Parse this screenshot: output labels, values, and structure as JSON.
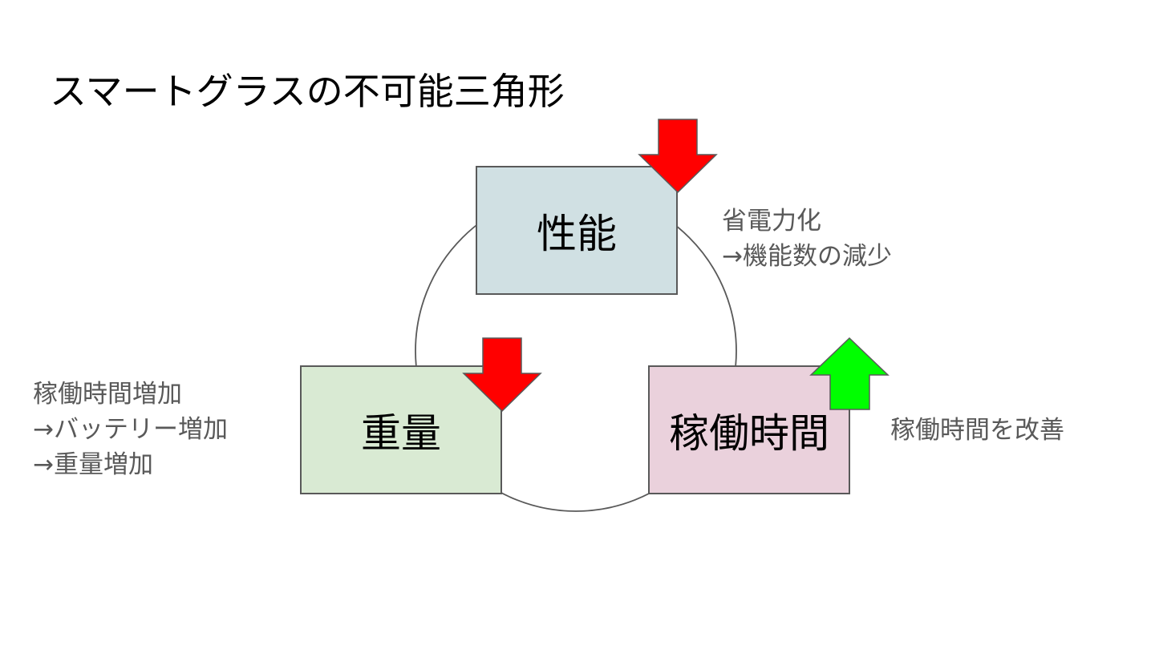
{
  "slide": {
    "title": "スマートグラスの不可能三角形"
  },
  "nodes": {
    "performance": {
      "label": "性能",
      "fill": "#d0e0e3"
    },
    "weight": {
      "label": "重量",
      "fill": "#d9ead3"
    },
    "runtime": {
      "label": "稼働時間",
      "fill": "#ead1dc"
    }
  },
  "arrows": {
    "performance": {
      "direction": "down",
      "color": "#ff0000"
    },
    "weight": {
      "direction": "down",
      "color": "#ff0000"
    },
    "runtime": {
      "direction": "up",
      "color": "#00ff00"
    }
  },
  "notes": {
    "performance": [
      "省電力化",
      "→機能数の減少"
    ],
    "weight": [
      "稼働時間増加",
      "→バッテリー増加",
      "→重量増加"
    ],
    "runtime": [
      "稼働時間を改善"
    ]
  },
  "colors": {
    "box_border": "#595959",
    "circle_stroke": "#595959",
    "note_text": "#595959",
    "arrow_border": "#595959"
  }
}
